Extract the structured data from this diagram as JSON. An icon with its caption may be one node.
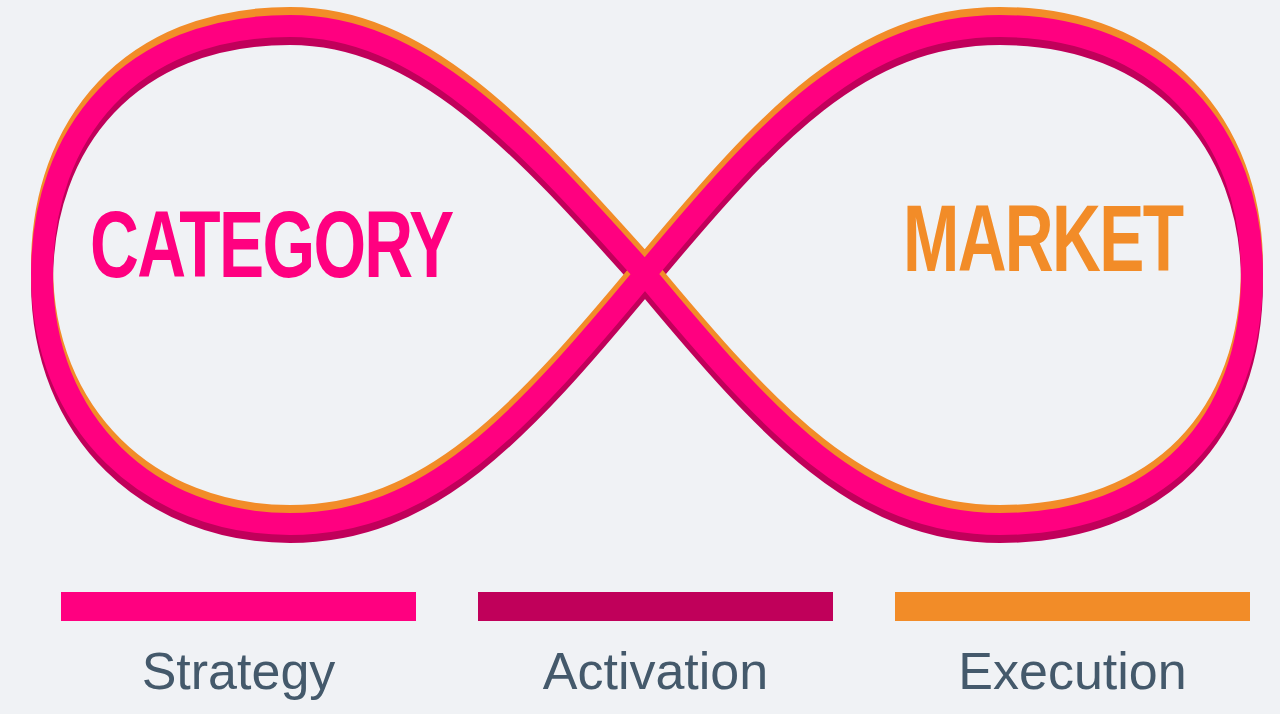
{
  "diagram": {
    "nodes": [
      {
        "text": [
          "CATEGORY"
        ]
      },
      {
        "text": [
          "MARKET"
        ]
      }
    ],
    "legend": [
      {
        "text": "Strategy",
        "color": "#ff0080"
      },
      {
        "text": "Activation",
        "color": "#c0005a"
      },
      {
        "text": "Execution",
        "color": "#f28c28"
      }
    ]
  }
}
